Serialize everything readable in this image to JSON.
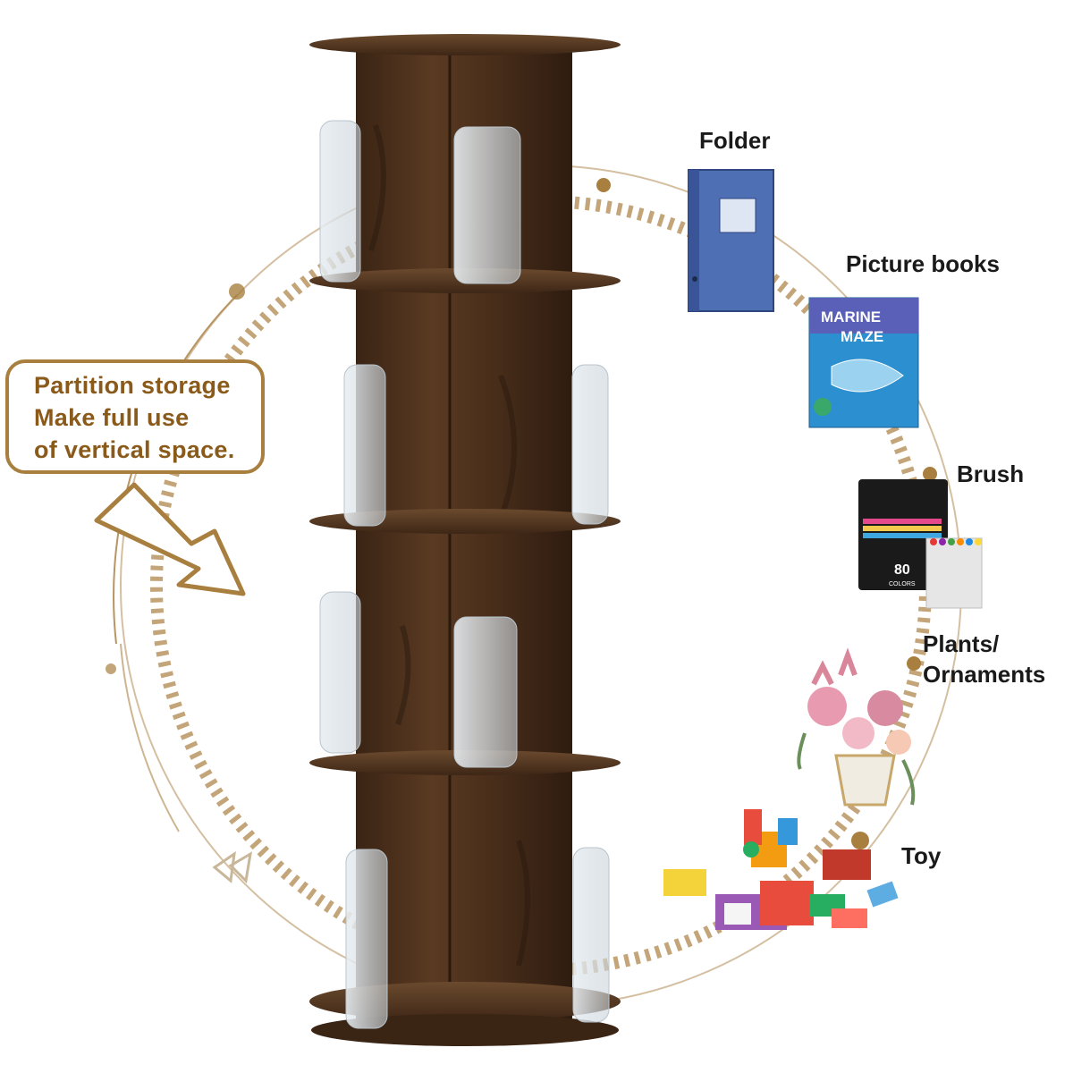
{
  "callout": {
    "line1": "Partition storage",
    "line2": "Make full use",
    "line3": "of vertical space."
  },
  "items": {
    "folder": "Folder",
    "picture_books": "Picture books",
    "brush": "Brush",
    "plants_line1": "Plants/",
    "plants_line2": "Ornaments",
    "toy": "Toy"
  },
  "book_cover": {
    "line1": "MARINE",
    "line2": "MAZE"
  },
  "marker_case": {
    "count": "80",
    "word": "COLORS"
  },
  "colors": {
    "accent": "#a87f3e",
    "wood": "#4a2f1c",
    "folder": "#4f6fb5"
  },
  "icons": [
    "rotating-bookshelf",
    "folder-icon",
    "picture-book-icon",
    "marker-case-icon",
    "flower-pot-icon",
    "toy-blocks-icon",
    "arrow-icon"
  ]
}
